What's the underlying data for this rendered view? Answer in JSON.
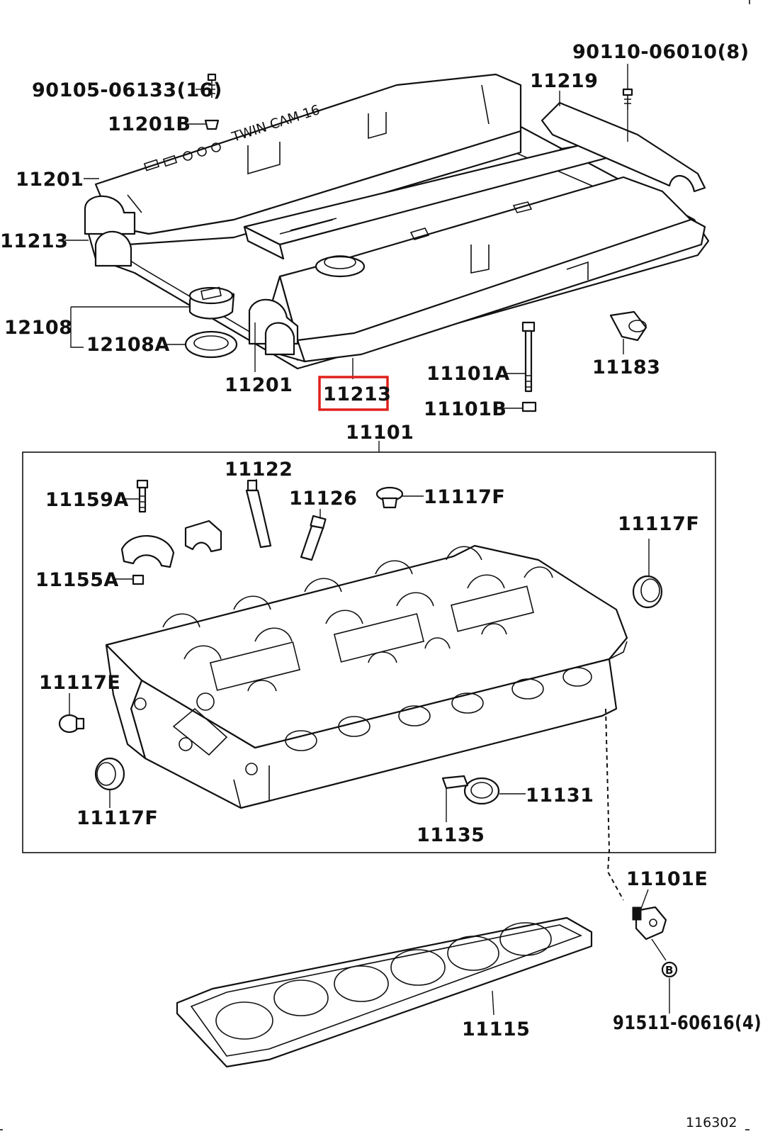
{
  "diagram": {
    "catalog_number": "116302",
    "highlighted_part": "11213",
    "highlight_color": "#e0201c",
    "line_color": "#111111",
    "background_color": "#ffffff",
    "labels": {
      "p90105": "90105-06133(16)",
      "p90110": "90110-06010(8)",
      "p11219": "11219",
      "p11201b": "11201B",
      "p11201_top": "11201",
      "p11213_top": "11213",
      "p12108": "12108",
      "p12108a": "12108A",
      "p11201_bot": "11201",
      "p11213_highlight": "11213",
      "p11101a": "11101A",
      "p11101b": "11101B",
      "p11183": "11183",
      "p11101": "11101",
      "p11122": "11122",
      "p11159a": "11159A",
      "p11126": "11126",
      "p11117f_top": "11117F",
      "p11117f_right": "11117F",
      "p11155a": "11155A",
      "p11117e": "11117E",
      "p11117f_bot": "11117F",
      "p11131": "11131",
      "p11135": "11135",
      "p11101e": "11101E",
      "p91511": "91511-60616(4)",
      "p11115": "11115",
      "circle_b": "B"
    },
    "logo_text": "TWIN CAM 16"
  }
}
